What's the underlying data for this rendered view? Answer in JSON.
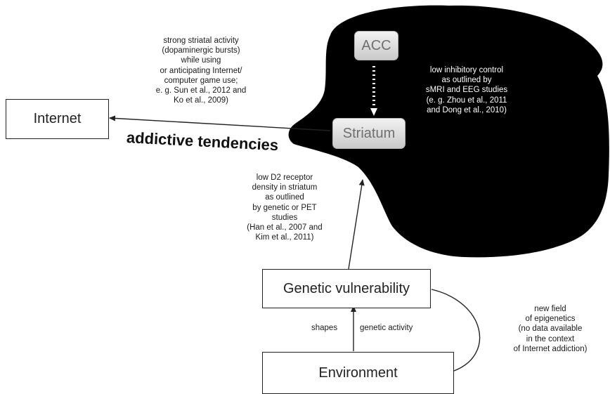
{
  "nodes": {
    "internet": "Internet",
    "acc": "ACC",
    "striatum": "Striatum",
    "genetic": "Genetic vulnerability",
    "environment": "Environment"
  },
  "labels": {
    "addictive": "addictive tendencies",
    "shapes": "shapes",
    "genetic_activity": "genetic activity"
  },
  "notes": {
    "striatal": "strong striatal activity\n(dopaminergic bursts)\nwhile using\nor anticipating Internet/\ncomputer game use;\ne. g. Sun et al., 2012 and\nKo et al., 2009)",
    "inhibitory": "low inhibitory control\nas outlined by\nsMRI and EEG studies\n(e. g. Zhou et al., 2011\nand Dong et al., 2010)",
    "d2": "low D2 receptor\ndensity in striatum\nas outlined\nby genetic or PET\nstudies\n(Han et al., 2007 and\nKim et al., 2011)",
    "epigenetics": "new field\nof epigenetics\n(no data available\nin the context\nof Internet addiction)"
  },
  "colors": {
    "brain": "#000000",
    "line": "#222222",
    "pill_text": "#6f6f6f"
  }
}
